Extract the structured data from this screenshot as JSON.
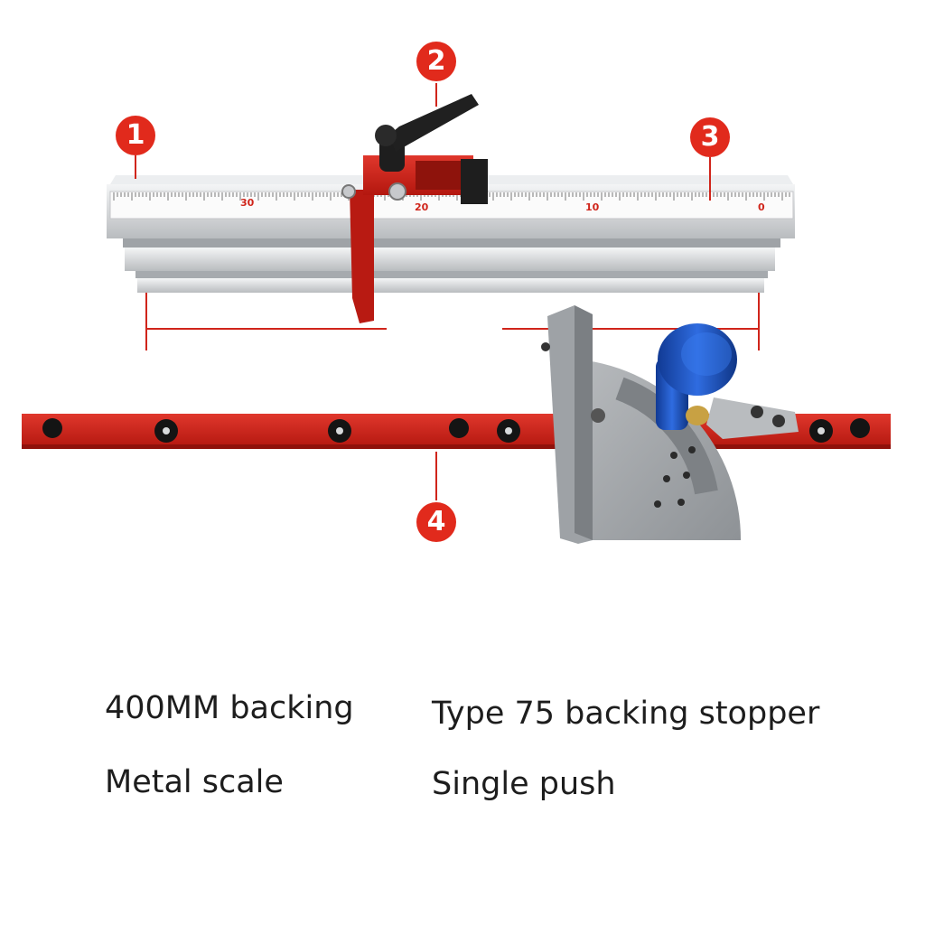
{
  "callouts": {
    "one": "1",
    "two": "2",
    "three": "3",
    "four": "4"
  },
  "ruler_marks": {
    "red_labels": [
      "30",
      "20",
      "10"
    ],
    "zero": "0"
  },
  "captions": {
    "backing": "400MM backing",
    "stopper": "Type 75 backing stopper",
    "scale": "Metal scale",
    "push": "Single push"
  },
  "colors": {
    "badge": "#e12a1c",
    "anodized_red": "#c9201a",
    "aluminum": "#d4d6d8",
    "knob_blue": "#1d4fb8",
    "caption_text": "#1d1d1d"
  }
}
